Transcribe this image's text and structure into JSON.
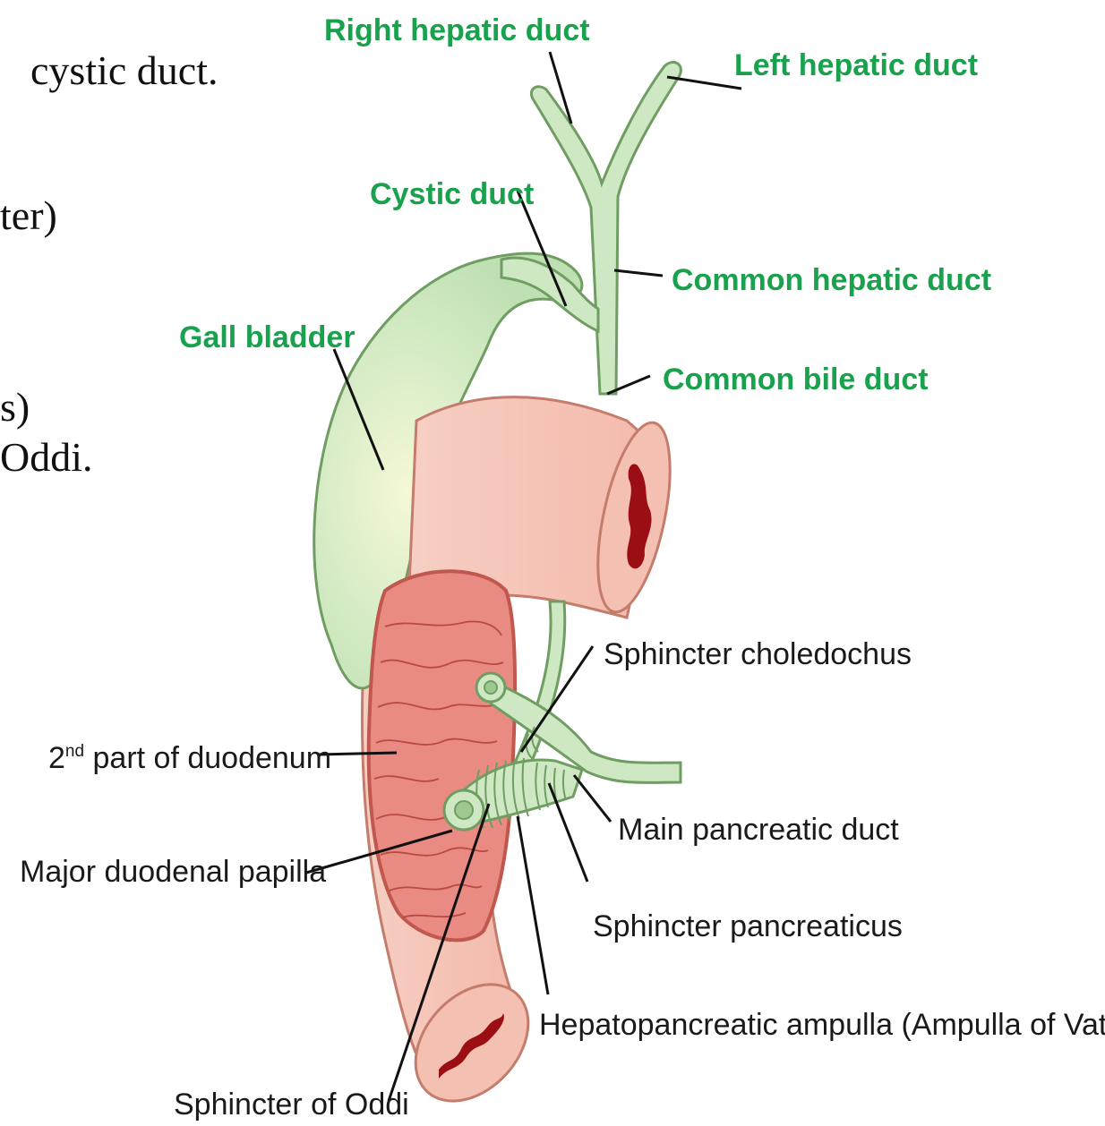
{
  "slide_text": {
    "line1": "cystic duct.",
    "line2": "ter)",
    "line3": "s)",
    "line4": "Oddi."
  },
  "labels": {
    "right_hepatic_duct": "Right hepatic duct",
    "left_hepatic_duct": "Left hepatic duct",
    "cystic_duct": "Cystic duct",
    "common_hepatic_duct": "Common hepatic duct",
    "gall_bladder": "Gall bladder",
    "common_bile_duct": "Common bile duct",
    "sphincter_choledochus": "Sphincter choledochus",
    "duodenum_part_prefix": "2",
    "duodenum_part_superscript": "nd",
    "duodenum_part_rest": " part of duodenum",
    "main_pancreatic_duct": "Main pancreatic duct",
    "major_duodenal_papilla": "Major duodenal papilla",
    "sphincter_pancreaticus": "Sphincter pancreaticus",
    "hepatopancreatic_ampulla": "Hepatopancreatic ampulla (Ampulla of Vater)",
    "sphincter_of_oddi": "Sphincter of Oddi"
  },
  "colors": {
    "label_green": "#1aa14d",
    "duct_fill": "#cfe8c4",
    "duct_stroke": "#6f9d62",
    "duodenum_fill": "#f6c3b6",
    "duodenum_stroke": "#c47c6c",
    "mucosa_fill": "#e98b82",
    "lumen_red": "#9b0f14"
  }
}
